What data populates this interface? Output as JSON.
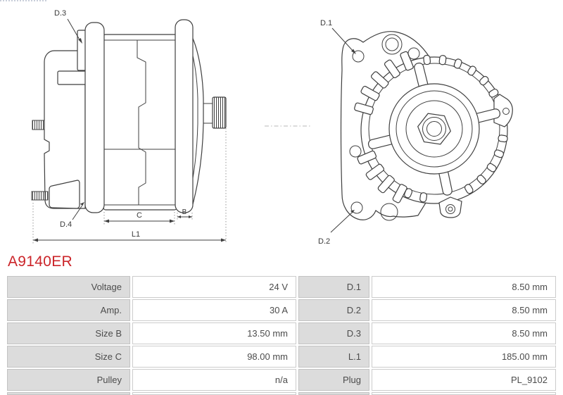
{
  "page": {
    "title": "A9140ER"
  },
  "colors": {
    "title_red": "#cb2429",
    "table_label_bg": "#dcdcdc",
    "table_border": "#c8c8c8",
    "line_art": "#3f3f3f"
  },
  "diagram": {
    "side_view": {
      "labels": {
        "d3": "D.3",
        "d4": "D.4",
        "size_c": "C",
        "size_b": "B",
        "length": "L1"
      }
    },
    "front_view": {
      "labels": {
        "d1": "D.1",
        "d2": "D.2"
      }
    }
  },
  "spec_table": {
    "rows": [
      {
        "label_left": "Voltage",
        "value_left": "24 V",
        "label_right": "D.1",
        "value_right": "8.50 mm"
      },
      {
        "label_left": "Amp.",
        "value_left": "30 A",
        "label_right": "D.2",
        "value_right": "8.50 mm"
      },
      {
        "label_left": "Size B",
        "value_left": "13.50 mm",
        "label_right": "D.3",
        "value_right": "8.50 mm"
      },
      {
        "label_left": "Size C",
        "value_left": "98.00 mm",
        "label_right": "L.1",
        "value_right": "185.00 mm"
      },
      {
        "label_left": "Pulley",
        "value_left": "n/a",
        "label_right": "Plug",
        "value_right": "PL_9102"
      }
    ]
  }
}
